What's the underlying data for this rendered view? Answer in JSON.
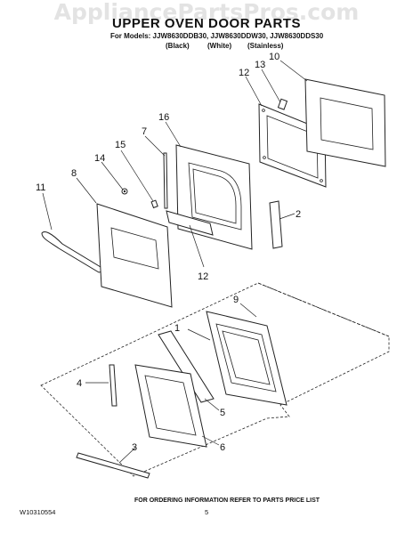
{
  "watermark": "AppliancePartsPros.com",
  "header": {
    "title": "UPPER OVEN DOOR PARTS",
    "models": "For Models: JJW8630DDB30, JJW8630DDW30, JJW8630DDS30",
    "variants": [
      "(Black)",
      "(White)",
      "(Stainless)"
    ]
  },
  "callouts": [
    "1",
    "2",
    "3",
    "4",
    "5",
    "6",
    "7",
    "8",
    "9",
    "10",
    "11",
    "12",
    "12",
    "13",
    "14",
    "15",
    "16"
  ],
  "footer": {
    "note": "FOR ORDERING INFORMATION REFER TO PARTS PRICE LIST",
    "doc_number": "W10310554",
    "page": "5"
  }
}
